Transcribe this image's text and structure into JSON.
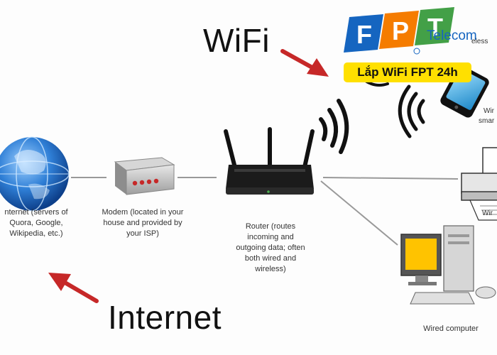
{
  "heading_wifi": "WiFi",
  "heading_internet": "Internet",
  "nodes": {
    "internet": "nternet (servers of Quora, Google, Wikipedia, etc.)",
    "modem": "Modem (located in your house and provided by your ISP)",
    "router": "Router (routes incoming and outgoing data; often both wired and wireless)",
    "wired_computer": "Wired computer",
    "wireless_partial": "eless",
    "wired_smartphone_partial": [
      "Wir",
      "smar"
    ],
    "wired_printer_partial": "Wir"
  },
  "brand": {
    "logo_letters": [
      "F",
      "P",
      "T"
    ],
    "telecom": "Telecom",
    "badge": "Lắp WiFi FPT 24h",
    "colors": {
      "f": "#1565c0",
      "p": "#f57c00",
      "t": "#43a047",
      "badge": "#ffe000",
      "telecom": "#1565c0"
    }
  },
  "colors": {
    "arrow": "#c62828",
    "connector": "#999999"
  }
}
